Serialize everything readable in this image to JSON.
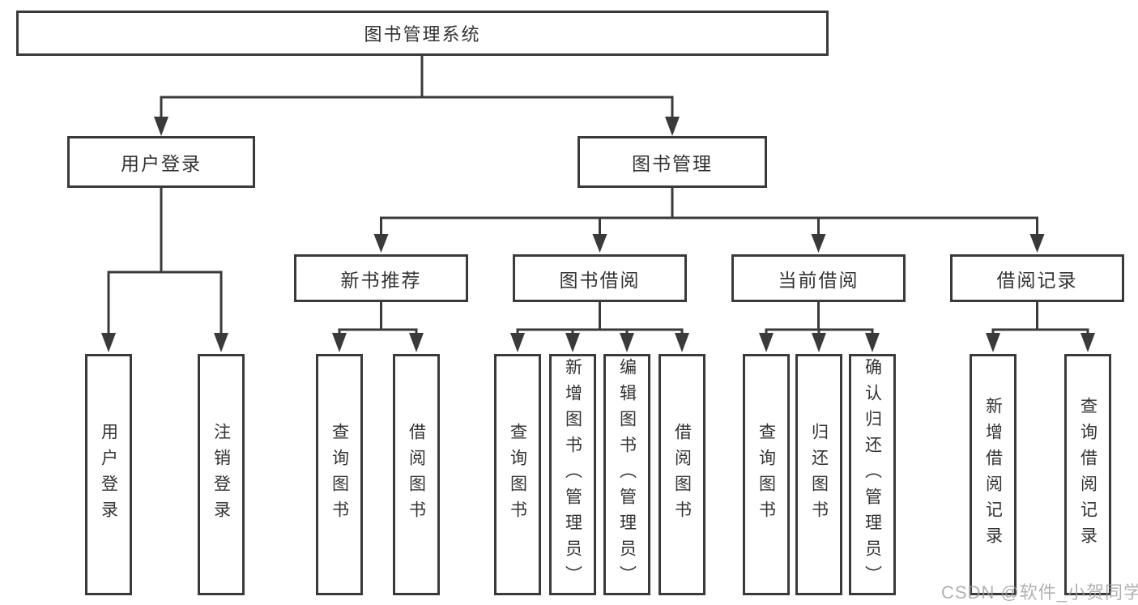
{
  "diagram": {
    "root": {
      "label": "图书管理系统"
    },
    "branches": [
      {
        "label": "用户登录",
        "children": [
          {
            "label": "用户登录"
          },
          {
            "label": "注销登录"
          }
        ]
      },
      {
        "label": "图书管理",
        "children": [
          {
            "label": "新书推荐",
            "children": [
              {
                "label": "查询图书"
              },
              {
                "label": "借阅图书"
              }
            ]
          },
          {
            "label": "图书借阅",
            "children": [
              {
                "label": "查询图书"
              },
              {
                "label": "新增图书（管理员）"
              },
              {
                "label": "编辑图书（管理员）"
              },
              {
                "label": "借阅图书"
              }
            ]
          },
          {
            "label": "当前借阅",
            "children": [
              {
                "label": "查询图书"
              },
              {
                "label": "归还图书"
              },
              {
                "label": "确认归还（管理员）"
              }
            ]
          },
          {
            "label": "借阅记录",
            "children": [
              {
                "label": "新增借阅记录"
              },
              {
                "label": "查询借阅记录"
              }
            ]
          }
        ]
      }
    ]
  },
  "watermark": {
    "text": "CSDN @软件_小贺同学"
  },
  "colors": {
    "line": "#3a3a3a",
    "text": "#333333",
    "background": "#ffffff",
    "watermark": "#9e9e9e"
  }
}
